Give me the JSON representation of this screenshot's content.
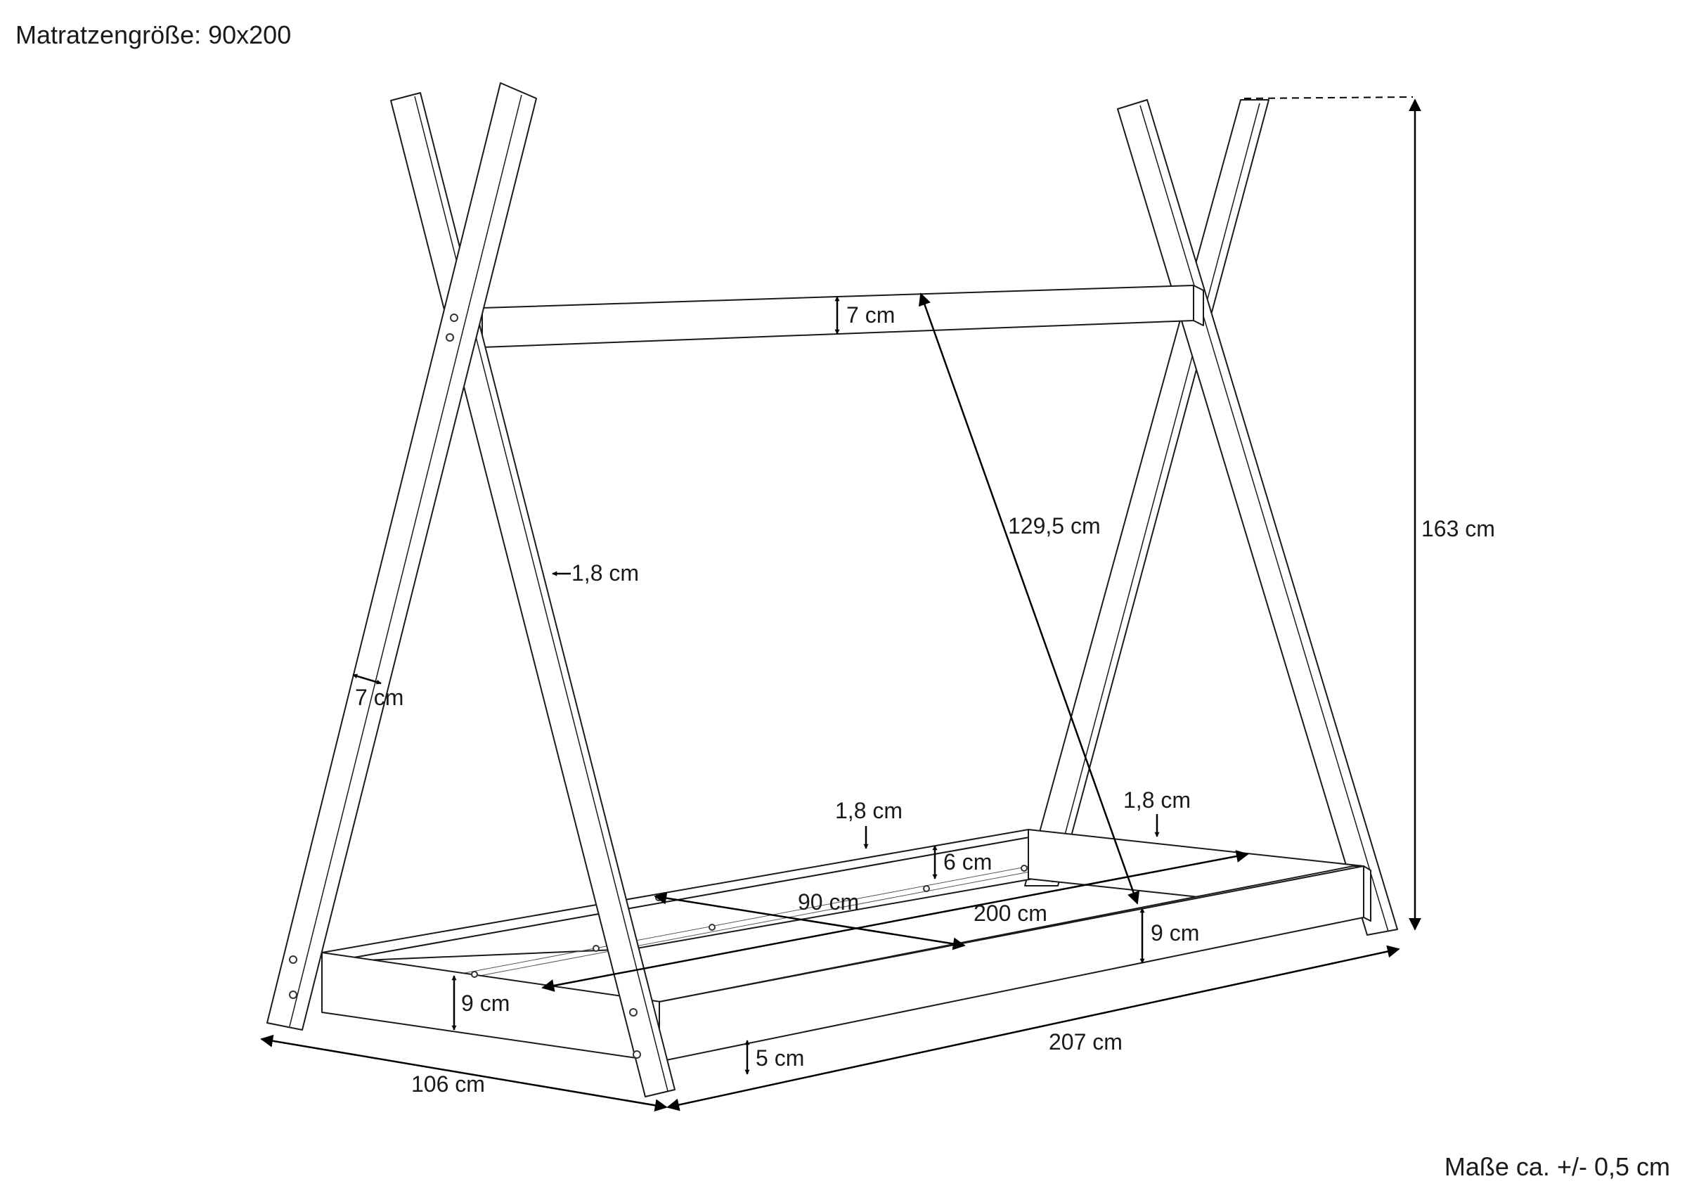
{
  "header": {
    "mattress_size": "Matratzengröße: 90x200"
  },
  "footer": {
    "tolerance": "Maße ca. +/- 0,5 cm"
  },
  "dimensions": {
    "top_beam_height": "7 cm",
    "diagonal": "129,5 cm",
    "total_height": "163 cm",
    "leg_thickness": "1,8 cm",
    "leg_width": "7 cm",
    "side_rail_thickness": "1,8 cm",
    "end_rail_thickness": "1,8 cm",
    "slat_support_height": "6 cm",
    "inner_width": "90 cm",
    "inner_length": "200 cm",
    "side_rail_height": "9 cm",
    "front_rail_height": "9 cm",
    "floor_clearance": "5 cm",
    "outer_length": "207 cm",
    "outer_width": "106 cm"
  }
}
